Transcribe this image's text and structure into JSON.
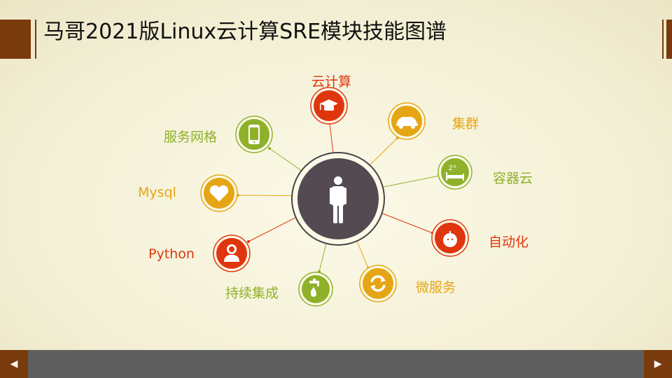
{
  "title": "马哥2021版Linux云计算SRE模块技能图谱",
  "colors": {
    "brown": "#7a3b0c",
    "red": "#e0360e",
    "orange": "#e6a514",
    "green": "#8fb12a"
  },
  "nodes": [
    {
      "label": "云计算",
      "icon": "graduation-cap-icon"
    },
    {
      "label": "集群",
      "icon": "car-icon"
    },
    {
      "label": "容器云",
      "icon": "bed-icon"
    },
    {
      "label": "自动化",
      "icon": "apple-icon"
    },
    {
      "label": "微服务",
      "icon": "refresh-icon"
    },
    {
      "label": "持续集成",
      "icon": "faucet-icon"
    },
    {
      "label": "Python",
      "icon": "person-icon"
    },
    {
      "label": "Mysql",
      "icon": "heart-icon"
    },
    {
      "label": "服务网格",
      "icon": "phone-icon"
    }
  ],
  "nav": {
    "prev": "◀",
    "next": "▶"
  }
}
